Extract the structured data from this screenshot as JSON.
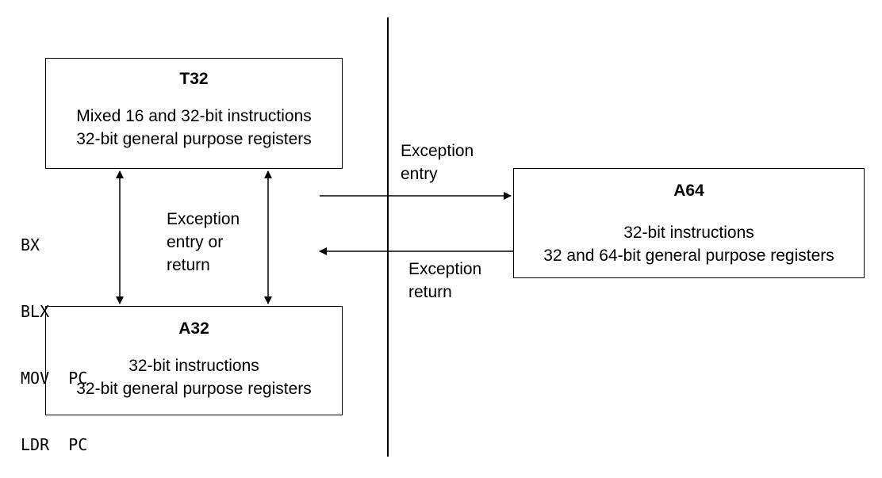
{
  "t32": {
    "title": "T32",
    "line1": "Mixed 16 and 32-bit instructions",
    "line2": "32-bit general purpose registers"
  },
  "a32": {
    "title": "A32",
    "line1": "32-bit instructions",
    "line2": "32-bit general purpose registers"
  },
  "a64": {
    "title": "A64",
    "line1": "32-bit instructions",
    "line2": "32 and 64-bit general purpose registers"
  },
  "interworking_instructions": [
    "BX",
    "BLX",
    "MOV  PC",
    "LDR  PC"
  ],
  "middle_label": [
    "Exception",
    "entry or",
    "return"
  ],
  "entry_label": [
    "Exception",
    "entry"
  ],
  "return_label": [
    "Exception",
    "return"
  ]
}
